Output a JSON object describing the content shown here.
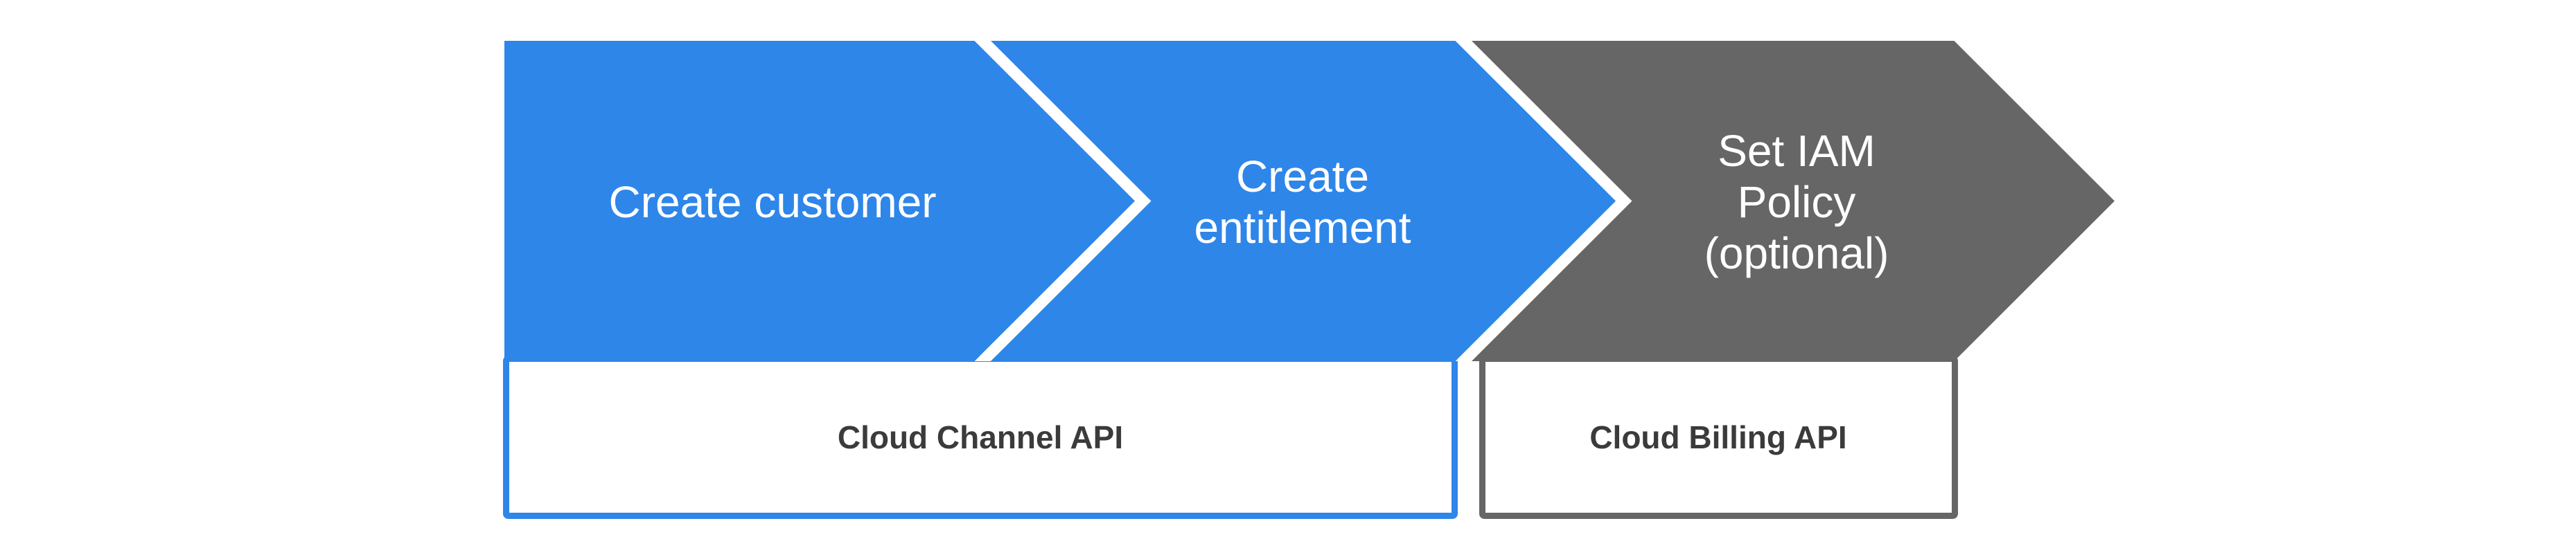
{
  "colors": {
    "blue": "#2E86E9",
    "gray": "#666666",
    "box-text": "#3B3B3B",
    "white": "#FFFFFF"
  },
  "diagram": {
    "steps": [
      {
        "name": "create-customer",
        "lines": {
          "0": "Create customer"
        }
      },
      {
        "name": "create-entitlement",
        "lines": {
          "0": "Create",
          "1": "entitlement"
        }
      },
      {
        "name": "set-iam-policy",
        "lines": {
          "0": "Set IAM",
          "1": "Policy",
          "2": "(optional)"
        }
      }
    ],
    "apis": [
      {
        "name": "cloud-channel-api",
        "label": "Cloud Channel API"
      },
      {
        "name": "cloud-billing-api",
        "label": "Cloud Billing API"
      }
    ]
  }
}
